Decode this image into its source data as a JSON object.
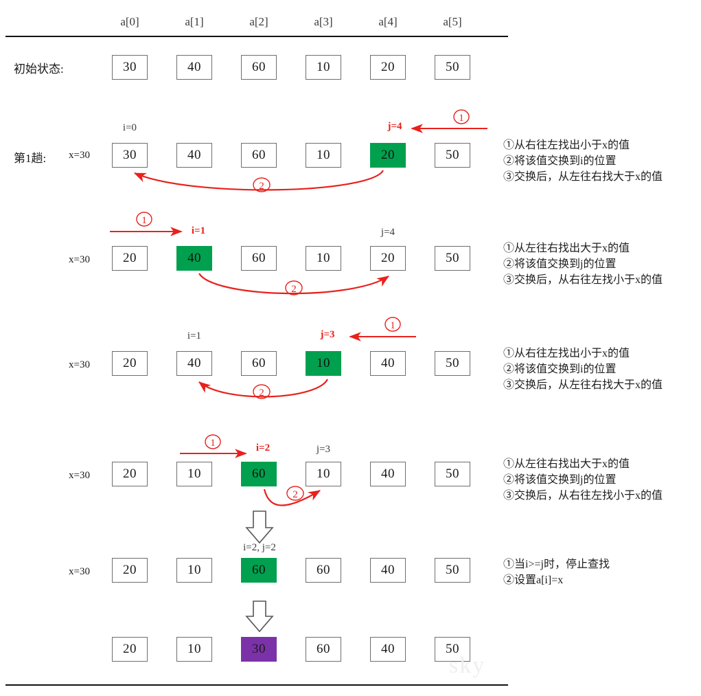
{
  "diagram": {
    "title_row_labels": {
      "initial": "初始状态:",
      "pass1": "第1趟:",
      "x_value": "x=30"
    },
    "columns": [
      "a[0]",
      "a[1]",
      "a[2]",
      "a[3]",
      "a[4]",
      "a[5]"
    ],
    "colors": {
      "highlight_green": "#00A04E",
      "pivot_purple": "#7B32A8",
      "arrow_red": "#e8211c",
      "box_border": "#6d6d6d",
      "rule": "#111111"
    },
    "watermark": "sky",
    "rows": [
      {
        "id": "initial-state",
        "label": "初始状态:",
        "x_label": "",
        "values": [
          "30",
          "40",
          "60",
          "10",
          "20",
          "50"
        ],
        "highlight_index": -1,
        "highlight_color": "",
        "markers": [],
        "notes": []
      },
      {
        "id": "pass1-step1",
        "label": "第1趟:",
        "x_label": "x=30",
        "values": [
          "30",
          "40",
          "60",
          "10",
          "20",
          "50"
        ],
        "highlight_index": 4,
        "highlight_color": "green",
        "markers": [
          {
            "text": "i=0",
            "index": 0,
            "style": "gray"
          },
          {
            "text": "j=4",
            "index": 4,
            "style": "red"
          }
        ],
        "circled": [
          "①",
          "②"
        ],
        "notes": [
          "①从右往左找出小于x的值",
          "②将该值交换到i的位置",
          "③交换后，从左往右找大于x的值"
        ]
      },
      {
        "id": "pass1-step2",
        "label": "",
        "x_label": "x=30",
        "values": [
          "20",
          "40",
          "60",
          "10",
          "20",
          "50"
        ],
        "highlight_index": 1,
        "highlight_color": "green",
        "markers": [
          {
            "text": "i=1",
            "index": 1,
            "style": "red"
          },
          {
            "text": "j=4",
            "index": 4,
            "style": "gray"
          }
        ],
        "circled": [
          "①",
          "②"
        ],
        "notes": [
          "①从左往右找出大于x的值",
          "②将该值交换到j的位置",
          "③交换后，从右往左找小于x的值"
        ]
      },
      {
        "id": "pass1-step3",
        "label": "",
        "x_label": "x=30",
        "values": [
          "20",
          "40",
          "60",
          "10",
          "40",
          "50"
        ],
        "highlight_index": 3,
        "highlight_color": "green",
        "markers": [
          {
            "text": "i=1",
            "index": 1,
            "style": "gray"
          },
          {
            "text": "j=3",
            "index": 3,
            "style": "red"
          }
        ],
        "circled": [
          "①",
          "②"
        ],
        "notes": [
          "①从右往左找出小于x的值",
          "②将该值交换到i的位置",
          "③交换后，从左往右找大于x的值"
        ]
      },
      {
        "id": "pass1-step4",
        "label": "",
        "x_label": "x=30",
        "values": [
          "20",
          "10",
          "60",
          "10",
          "40",
          "50"
        ],
        "highlight_index": 2,
        "highlight_color": "green",
        "markers": [
          {
            "text": "i=2",
            "index": 2,
            "style": "red"
          },
          {
            "text": "j=3",
            "index": 3,
            "style": "gray"
          }
        ],
        "circled": [
          "①",
          "②"
        ],
        "notes": [
          "①从左往右找出大于x的值",
          "②将该值交换到j的位置",
          "③交换后，从右往左找小于x的值"
        ]
      },
      {
        "id": "pass1-step5",
        "label": "",
        "x_label": "x=30",
        "values": [
          "20",
          "10",
          "60",
          "60",
          "40",
          "50"
        ],
        "highlight_index": 2,
        "highlight_color": "green",
        "markers": [
          {
            "text": "i=2, j=2",
            "index": 2,
            "style": "gray"
          }
        ],
        "circled": [],
        "notes": [
          "①当i>=j时，停止查找",
          "②设置a[i]=x"
        ]
      },
      {
        "id": "pass1-result",
        "label": "",
        "x_label": "",
        "values": [
          "20",
          "10",
          "30",
          "60",
          "40",
          "50"
        ],
        "highlight_index": 2,
        "highlight_color": "purple",
        "markers": [],
        "circled": [],
        "notes": []
      }
    ]
  }
}
